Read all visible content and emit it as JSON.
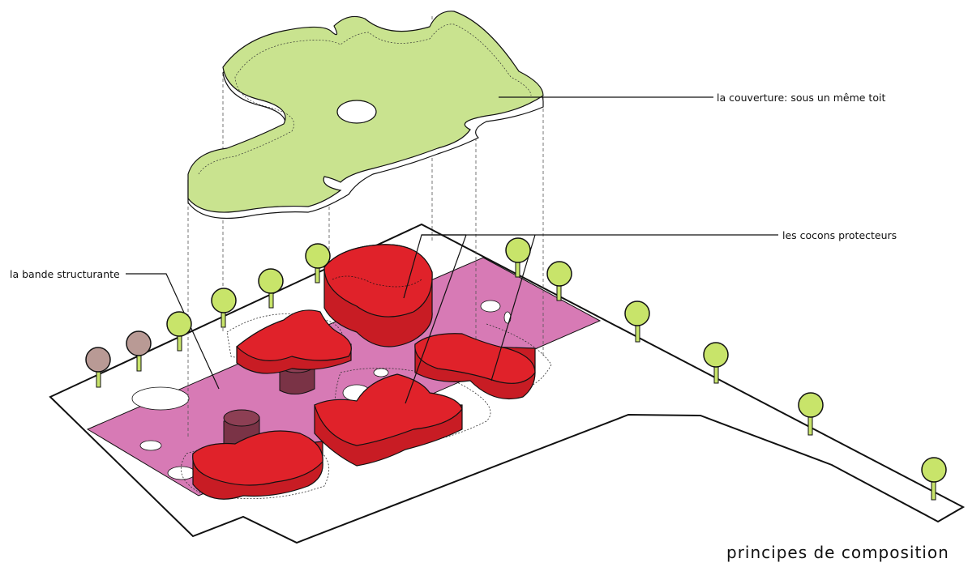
{
  "labels": {
    "roof": "la couverture: sous un même toit",
    "cocoons": "les cocons protecteurs",
    "band": "la bande structurante"
  },
  "title": "principes de composition",
  "colors": {
    "roof": "#c9e38f",
    "cocoon": "#e0222a",
    "cocoon_dark": "#b81820",
    "band": "#d77ab5",
    "dark_volume": "#7a3346",
    "tree_crown": "#c8e46a",
    "tree_crown_red": "#b99a95",
    "outline": "#111111"
  },
  "icons": [
    "tree-icon"
  ]
}
